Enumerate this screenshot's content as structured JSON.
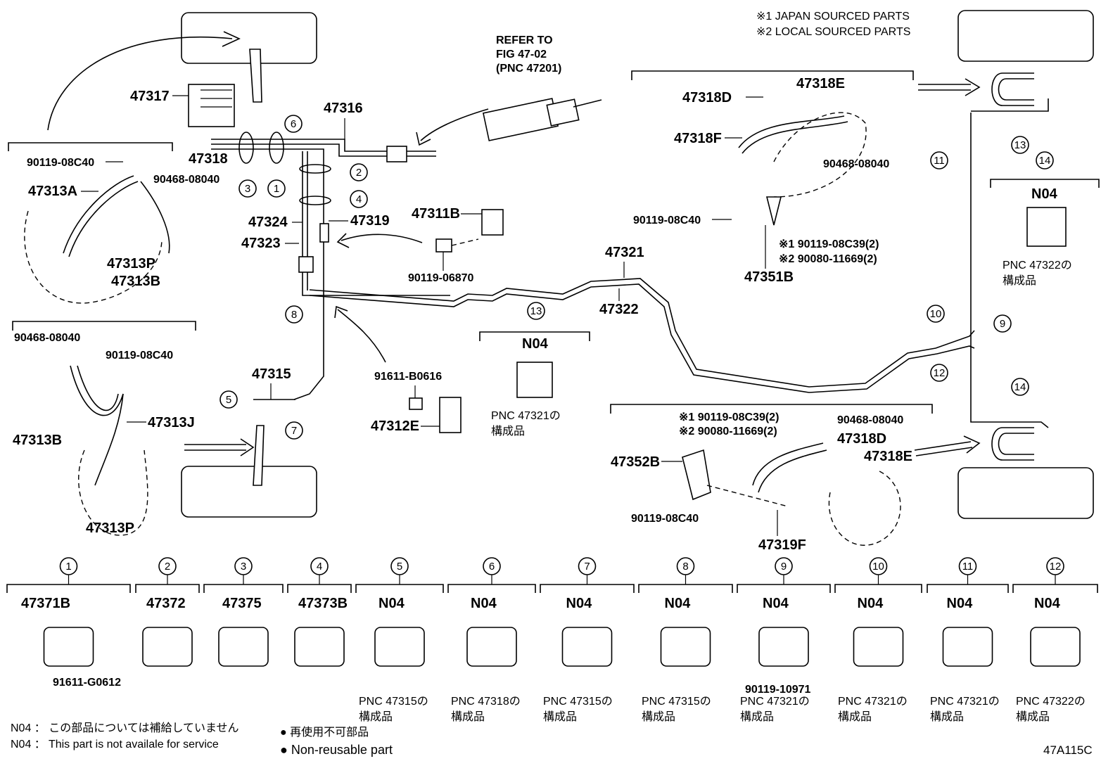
{
  "notes": {
    "japan": "※1 JAPAN SOURCED PARTS",
    "local": "※2 LOCAL SOURCED PARTS",
    "refer1": "REFER TO",
    "refer2": "FIG 47-02",
    "refer3": "(PNC 47201)"
  },
  "parts": {
    "p47317": "47317",
    "p47318": "47318",
    "p47316": "47316",
    "p47324": "47324",
    "p47323": "47323",
    "p47319": "47319",
    "p47311B": "47311B",
    "p9011906870": "90119-06870",
    "p47321": "47321",
    "p47322": "47322",
    "p47315": "47315",
    "p91611B0616": "91611-B0616",
    "p47312E": "47312E",
    "l_90119_08C40_a": "90119-08C40",
    "l_90468_08040_a": "90468-08040",
    "p47313A": "47313A",
    "p47313P_a": "47313P",
    "p47313B_a": "47313B",
    "l_90468_08040_b": "90468-08040",
    "l_90119_08C40_b": "90119-08C40",
    "p47313J": "47313J",
    "p47313B_b": "47313B",
    "p47313P_b": "47313P",
    "p47318D_a": "47318D",
    "p47318E_a": "47318E",
    "p47318F": "47318F",
    "l_90468_08040_c": "90468-08040",
    "l_90119_08C40_c": "90119-08C40",
    "l_n1a": "※1 90119-08C39(2)",
    "l_n2a": "※2 90080-11669(2)",
    "p47351B": "47351B",
    "l_n1b": "※1 90119-08C39(2)",
    "l_n2b": "※2 90080-11669(2)",
    "l_90468_08040_d": "90468-08040",
    "p47318D_b": "47318D",
    "p47318E_b": "47318E",
    "p47352B": "47352B",
    "l_90119_08C40_d": "90119-08C40",
    "p47319F": "47319F",
    "n04_13": "N04",
    "pnc_13a": "PNC 47321の",
    "pnc_13b": "構成品",
    "n04_14": "N04",
    "pnc_14a": "PNC 47322の",
    "pnc_14b": "構成品"
  },
  "callouts": [
    "1",
    "2",
    "3",
    "4",
    "5",
    "6",
    "7",
    "8",
    "9",
    "10",
    "11",
    "12",
    "13",
    "14"
  ],
  "bottom_row": [
    {
      "num": "1",
      "title": "47371B",
      "sub": "91611-G0612",
      "pnc": "",
      "pnc2": ""
    },
    {
      "num": "2",
      "title": "47372",
      "sub": "",
      "pnc": "",
      "pnc2": ""
    },
    {
      "num": "3",
      "title": "47375",
      "sub": "",
      "pnc": "",
      "pnc2": ""
    },
    {
      "num": "4",
      "title": "47373B",
      "sub": "",
      "pnc": "",
      "pnc2": ""
    },
    {
      "num": "5",
      "title": "N04",
      "sub": "",
      "pnc": "PNC 47315の",
      "pnc2": "構成品"
    },
    {
      "num": "6",
      "title": "N04",
      "sub": "",
      "pnc": "PNC 47318の",
      "pnc2": "構成品"
    },
    {
      "num": "7",
      "title": "N04",
      "sub": "",
      "pnc": "PNC 47315の",
      "pnc2": "構成品"
    },
    {
      "num": "8",
      "title": "N04",
      "sub": "",
      "pnc": "PNC 47315の",
      "pnc2": "構成品"
    },
    {
      "num": "9",
      "title": "N04",
      "sub": "90119-10971",
      "pnc": "PNC 47321の",
      "pnc2": "構成品"
    },
    {
      "num": "10",
      "title": "N04",
      "sub": "",
      "pnc": "PNC 47321の",
      "pnc2": "構成品"
    },
    {
      "num": "11",
      "title": "N04",
      "sub": "",
      "pnc": "PNC 47321の",
      "pnc2": "構成品"
    },
    {
      "num": "12",
      "title": "N04",
      "sub": "",
      "pnc": "PNC 47322の",
      "pnc2": "構成品"
    }
  ],
  "legend": {
    "n04_jp": "N04 ： この部品については補給していません",
    "n04_en": "N04 ： This part is not availale for service",
    "nr_jp": "● 再使用不可部品",
    "nr_en": "● Non-reusable part",
    "fig_id": "47A115C"
  }
}
